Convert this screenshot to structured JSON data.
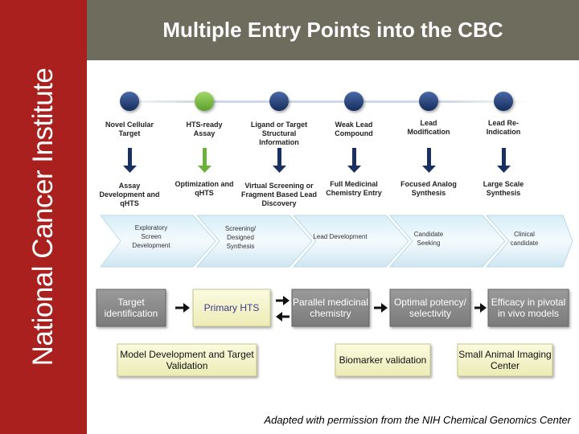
{
  "sidebar": {
    "org_name": "National Cancer Institute"
  },
  "header": {
    "title": "Multiple Entry Points into the CBC"
  },
  "entry_points": [
    {
      "top_label": "Novel Cellular Target",
      "bottom_label": "Assay Development and qHTS",
      "color": "#1f3f7a"
    },
    {
      "top_label": "HTS-ready Assay",
      "bottom_label": "Optimization and qHTS",
      "color": "#7ac143"
    },
    {
      "top_label": "Ligand or Target Structural Information",
      "bottom_label": "Virtual Screening or Fragment Based Lead Discovery",
      "color": "#1f3f7a"
    },
    {
      "top_label": "Weak Lead Compound",
      "bottom_label": "Full Medicinal Chemistry Entry",
      "color": "#1f3f7a"
    },
    {
      "top_label": "Lead Modification",
      "bottom_label": "Focused Analog Synthesis",
      "color": "#1f3f7a"
    },
    {
      "top_label": "Lead Re-Indication",
      "bottom_label": "Large Scale Synthesis",
      "color": "#1f3f7a"
    }
  ],
  "pipeline_stages": [
    "Exploratory Screen Development",
    "Screening/ Designed Synthesis",
    "Lead Development",
    "Candidate Seeking",
    "Clinical candidate"
  ],
  "process_boxes": {
    "target_identification": "Target identification",
    "primary_hts": "Primary HTS",
    "parallel_chemistry": "Parallel medicinal chemistry",
    "optimal_potency": "Optimal potency/ selectivity",
    "efficacy": "Efficacy in pivotal in vivo models",
    "model_development": "Model Development and Target Validation",
    "biomarker": "Biomarker validation",
    "imaging": "Small Animal Imaging Center"
  },
  "credit": "Adapted with permission from the NIH Chemical Genomics Center",
  "colors": {
    "sidebar": "#a9201f",
    "header": "#6e6c5c",
    "node_blue": "#1f3f7a",
    "node_green": "#7ac143",
    "highlight_box": "#f7f6c9"
  }
}
